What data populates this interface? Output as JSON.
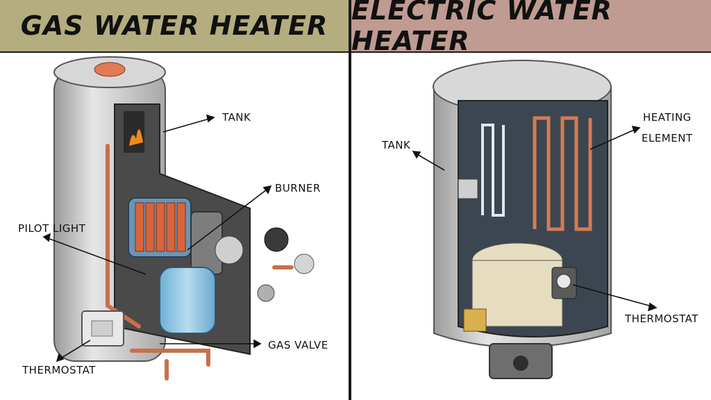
{
  "left_panel": {
    "title": "GAS WATER HEATER",
    "labels": {
      "tank": "TANK",
      "burner": "BURNER",
      "pilot_light": "PILOT LIGHT",
      "gas_valve": "GAS VALVE",
      "thermostat": "THERMOSTAT"
    }
  },
  "right_panel": {
    "title": "ELECTRIC WATER HEATER",
    "labels": {
      "tank": "TANK",
      "heating_element_line1": "HEATING",
      "heating_element_line2": "ELEMENT",
      "thermostat": "THERMOSTAT"
    }
  },
  "colors": {
    "left_header": "#b3ad7f",
    "right_header": "#c09b91",
    "copper": "#c8704a",
    "water": "#8fc3e0"
  }
}
